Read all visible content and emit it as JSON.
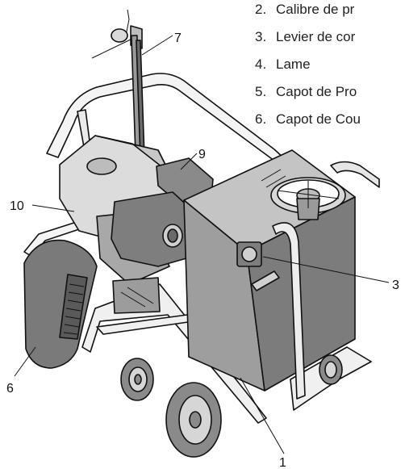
{
  "legend": {
    "items": [
      {
        "num": "2.",
        "text": "Calibre de pr"
      },
      {
        "num": "3.",
        "text": "Levier de cor"
      },
      {
        "num": "4.",
        "text": "Lame"
      },
      {
        "num": "5.",
        "text": "Capot de Pro"
      },
      {
        "num": "6.",
        "text": "Capot de Cou"
      }
    ]
  },
  "callouts": {
    "c1": "1",
    "c3": "3",
    "c6": "6",
    "c7": "7",
    "c9": "9",
    "c10": "10"
  }
}
